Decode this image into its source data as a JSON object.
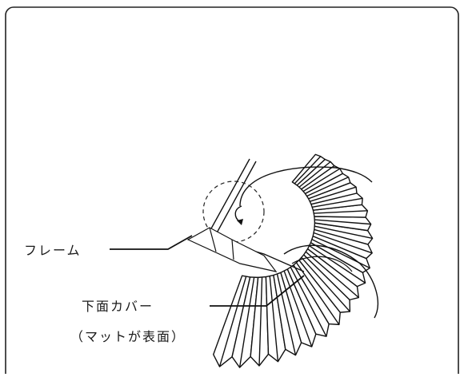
{
  "diagram": {
    "labels": {
      "frame": "フレーム",
      "bottom_cover_line1": "下面カバー",
      "bottom_cover_line2": "（マットが表面）"
    }
  }
}
